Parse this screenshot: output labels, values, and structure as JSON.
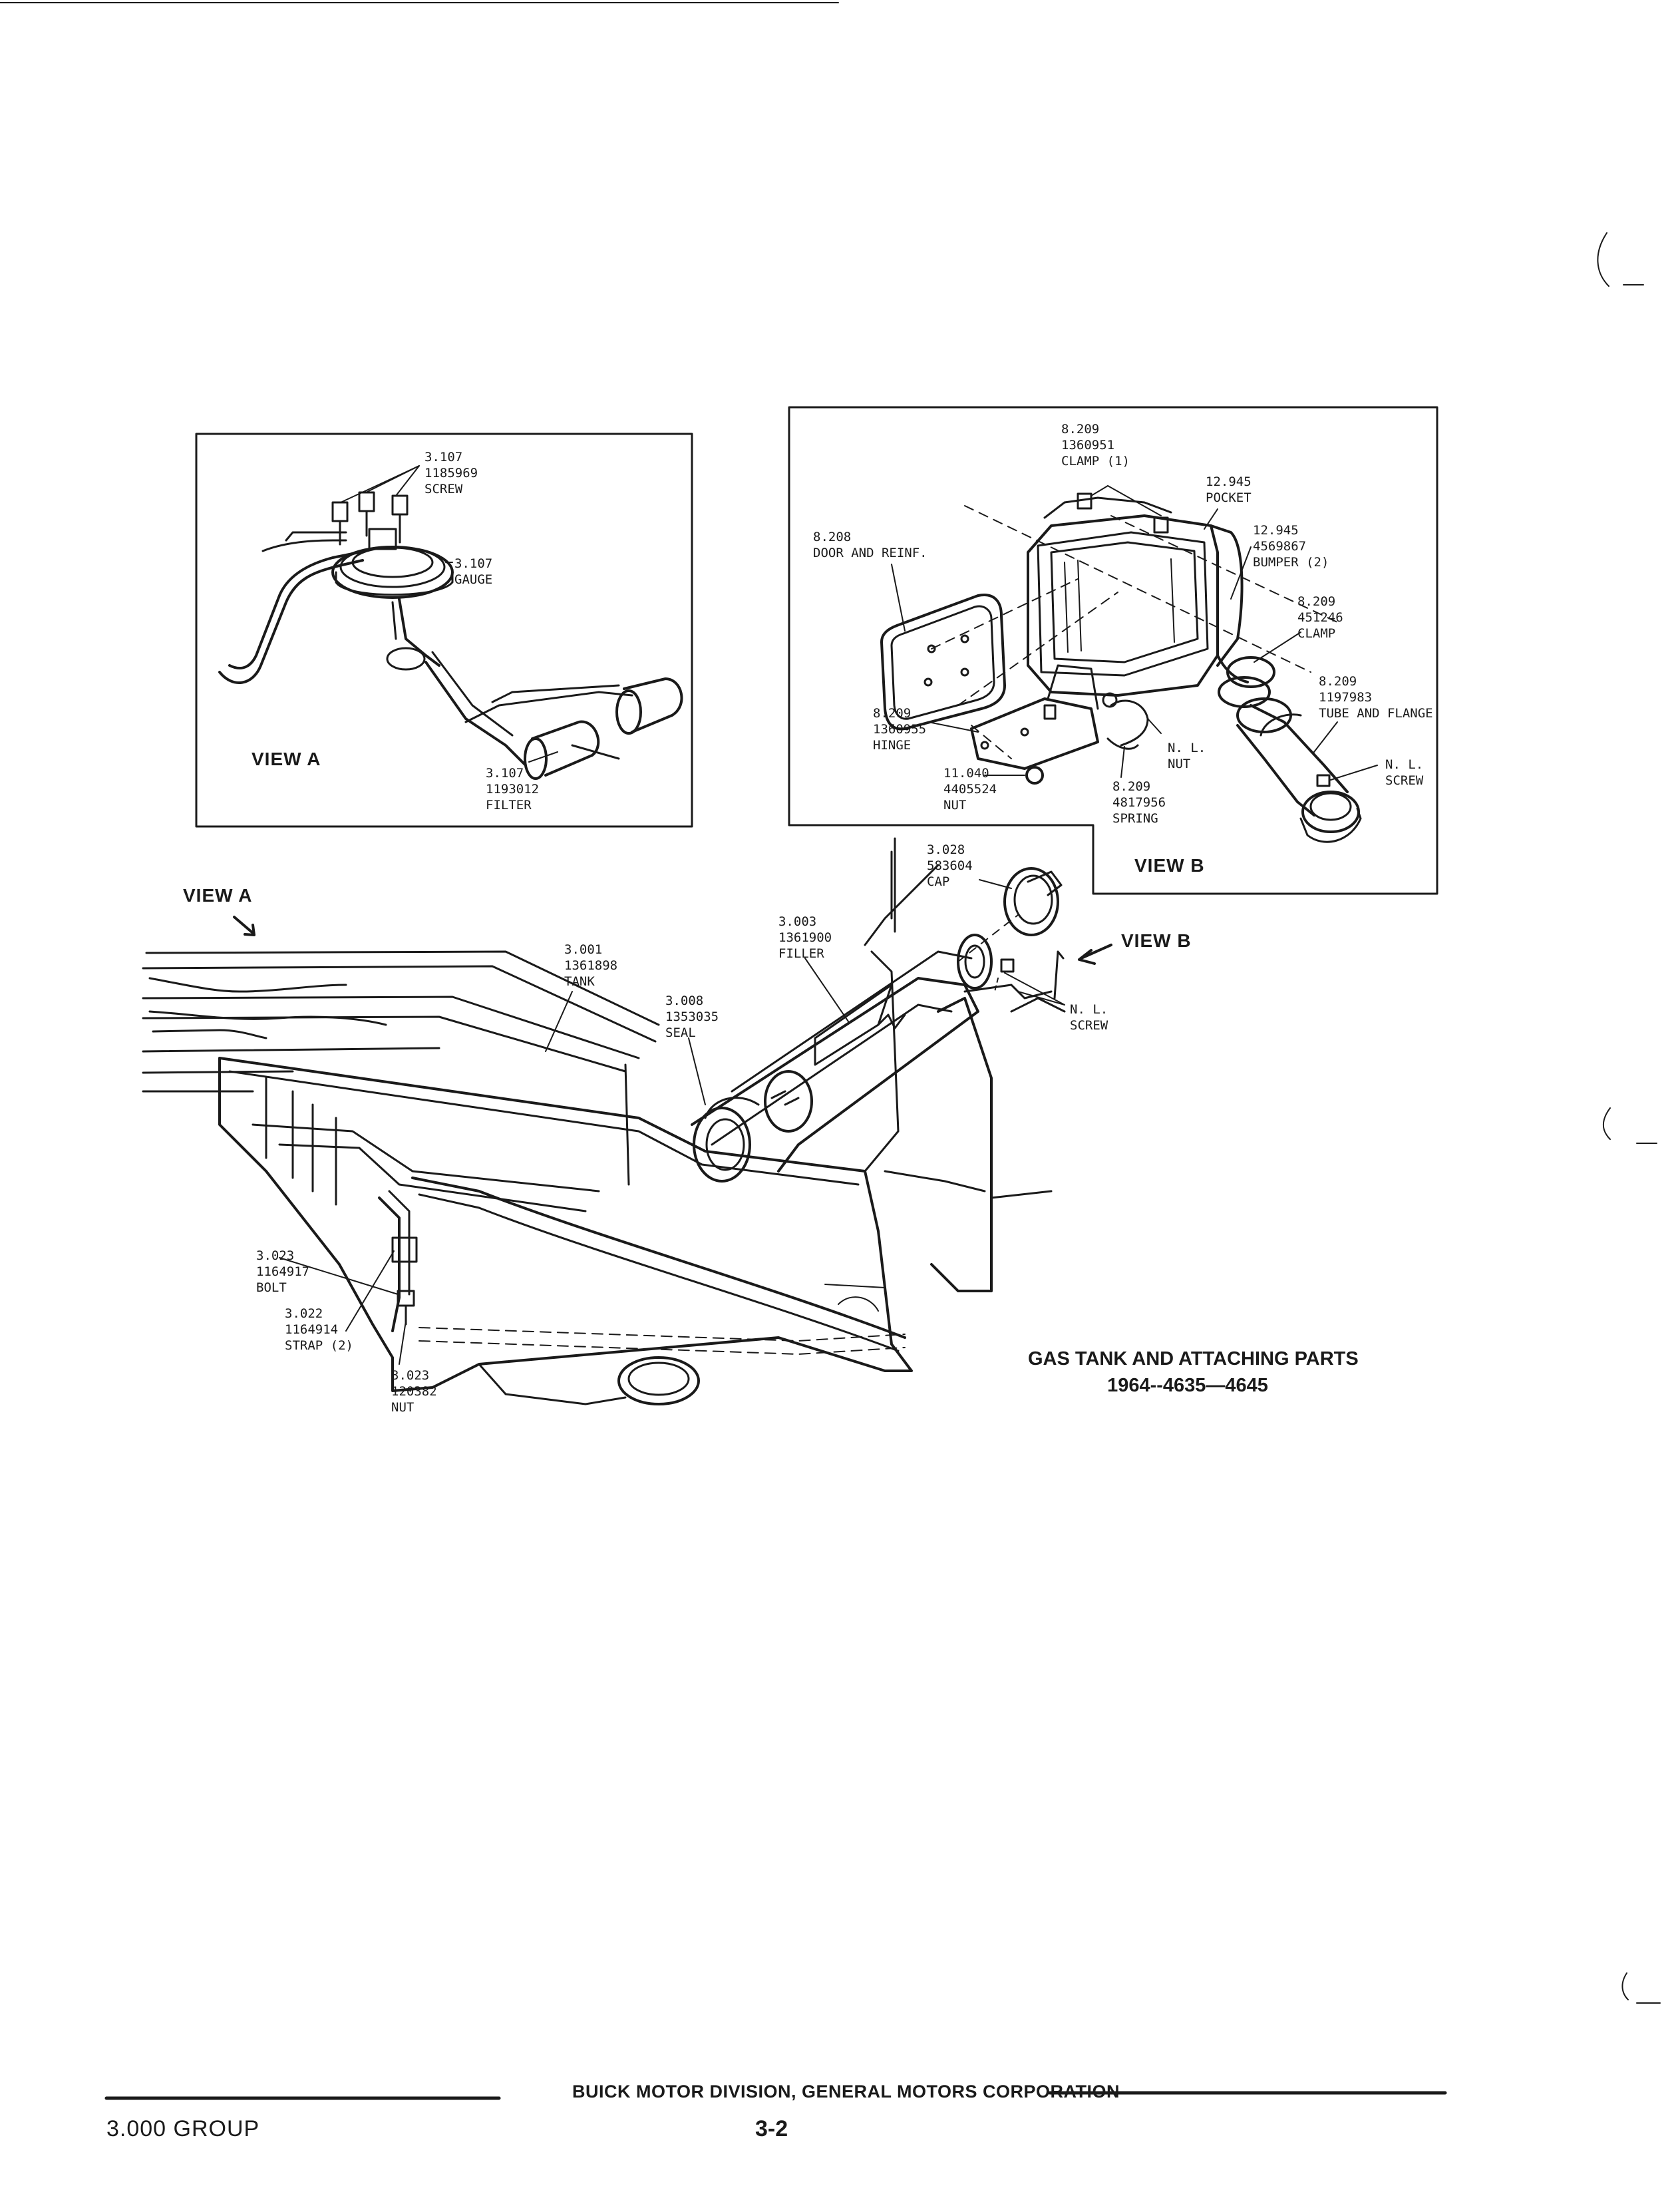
{
  "caption": {
    "title": "GAS TANK AND ATTACHING PARTS",
    "models": "1964--4635—4645"
  },
  "views": {
    "view_a_inset": "VIEW A",
    "view_a_pointer": "VIEW A",
    "view_b_inset": "VIEW B",
    "view_b_pointer": "VIEW B"
  },
  "view_a_parts": {
    "screw": {
      "group": "3.107",
      "part": "1185969",
      "name": "SCREW"
    },
    "gauge": {
      "group": "3.107",
      "name": "GAUGE"
    },
    "filter": {
      "group": "3.107",
      "part": "1193012",
      "name": "FILTER"
    }
  },
  "view_b_parts": {
    "clamp_1": {
      "group": "8.209",
      "part": "1360951",
      "name": "CLAMP (1)"
    },
    "pocket": {
      "group": "12.945",
      "name": "POCKET"
    },
    "door": {
      "group": "8.208",
      "name": "DOOR AND REINF."
    },
    "bumper": {
      "group": "12.945",
      "part": "4569867",
      "name": "BUMPER (2)"
    },
    "clamp_2": {
      "group": "8.209",
      "part": "451246",
      "name": "CLAMP"
    },
    "tube": {
      "group": "8.209",
      "part": "1197983",
      "name": "TUBE AND FLANGE"
    },
    "hinge": {
      "group": "8.209",
      "part": "1360955",
      "name": "HINGE"
    },
    "nut_nl": {
      "group": "N. L.",
      "name": "NUT"
    },
    "screw_nl": {
      "group": "N. L.",
      "name": "SCREW"
    },
    "nut": {
      "group": "11.040",
      "part": "4405524",
      "name": "NUT"
    },
    "spring": {
      "group": "8.209",
      "part": "4817956",
      "name": "SPRING"
    }
  },
  "main_parts": {
    "cap": {
      "group": "3.028",
      "part": "583604",
      "name": "CAP"
    },
    "filler": {
      "group": "3.003",
      "part": "1361900",
      "name": "FILLER"
    },
    "tank": {
      "group": "3.001",
      "part": "1361898",
      "name": "TANK"
    },
    "seal": {
      "group": "3.008",
      "part": "1353035",
      "name": "SEAL"
    },
    "screw_nl": {
      "group": "N. L.",
      "name": "SCREW"
    },
    "bolt": {
      "group": "3.023",
      "part": "1164917",
      "name": "BOLT"
    },
    "strap": {
      "group": "3.022",
      "part": "1164914",
      "name": "STRAP (2)"
    },
    "nut": {
      "group": "3.023",
      "part": "120382",
      "name": "NUT"
    }
  },
  "footer": {
    "division": "BUICK MOTOR DIVISION, GENERAL MOTORS CORPORATION",
    "group": "3.000 GROUP",
    "page": "3-2"
  }
}
